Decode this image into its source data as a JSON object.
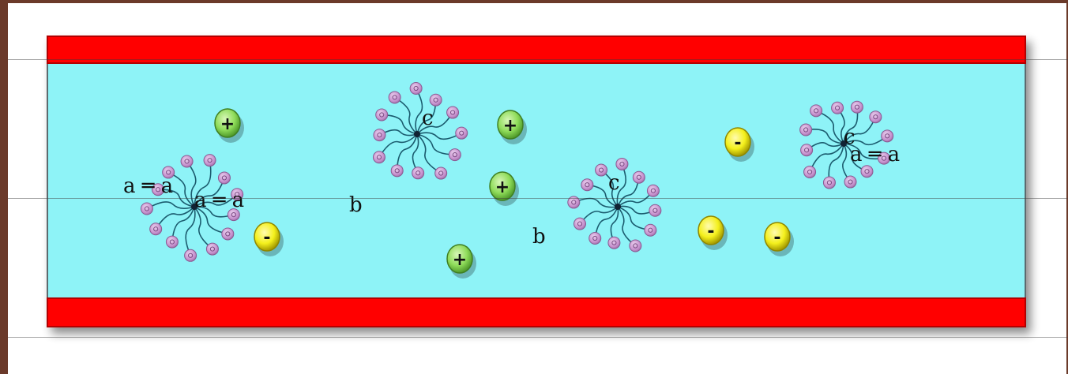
{
  "diagram": {
    "colors": {
      "background_border": "#6b3a2a",
      "page": "#ffffff",
      "wall": "#ff0000",
      "wall_edge": "#b30000",
      "electrolyte": "#8ef3f7",
      "electrolyte_edge": "#5b6a6e",
      "micelle_head": "#c58fcc",
      "micelle_tail": "#1b5b6e",
      "cation": "#8fdc5a",
      "anion": "#f4f01c"
    },
    "labels": {
      "a_left": "a ═ a",
      "a_mid": "a ═ a",
      "a_right": "a ═ a",
      "b_left": "b",
      "b_mid": "b",
      "c_top": "c",
      "c_mid": "c",
      "c_right": "c"
    },
    "ions": {
      "cation_sign": "+",
      "anion_sign": "-"
    },
    "icons": {
      "cation": "positive-ion-icon",
      "anion": "negative-ion-icon",
      "micelle": "micelle-icon"
    }
  }
}
